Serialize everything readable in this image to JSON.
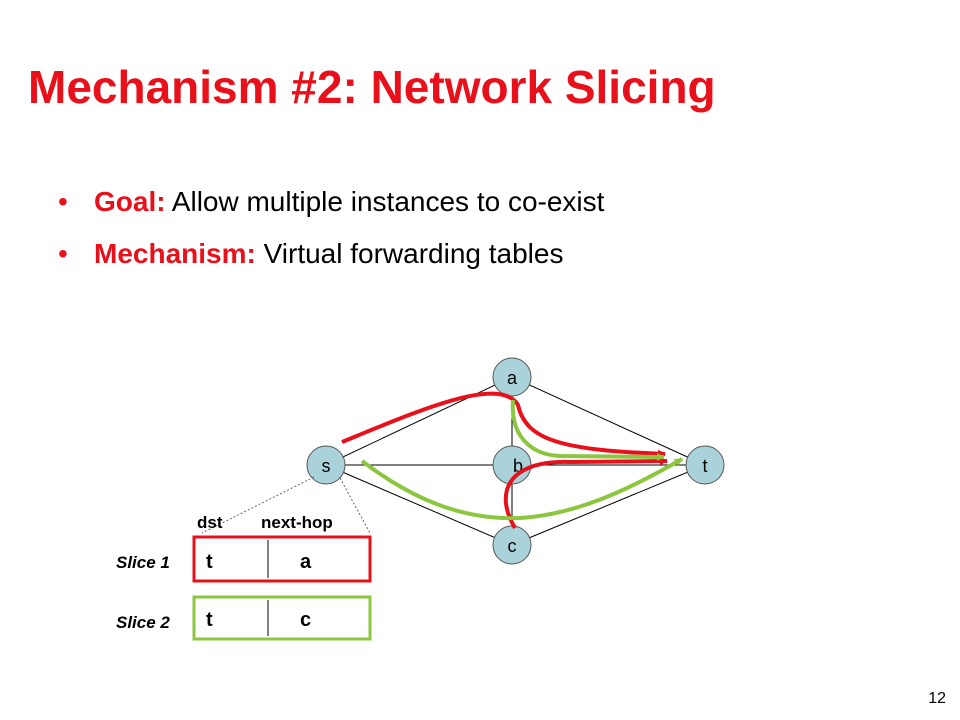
{
  "title": "Mechanism #2: Network Slicing",
  "bullets": [
    {
      "lead": "Goal:",
      "text": " Allow multiple instances to co-exist"
    },
    {
      "lead": "Mechanism:",
      "text": " Virtual forwarding tables"
    }
  ],
  "nodes": {
    "a": "a",
    "s": "s",
    "b": "b",
    "t": "t",
    "c": "c"
  },
  "table": {
    "header_dst": "dst",
    "header_next_hop": "next-hop",
    "rows": [
      {
        "slice": "Slice 1",
        "dst": "t",
        "next_hop": "a",
        "color": "#e8101a"
      },
      {
        "slice": "Slice 2",
        "dst": "t",
        "next_hop": "c",
        "color": "#8cc63f"
      }
    ]
  },
  "colors": {
    "accent": "#e8101a",
    "slice1": "#e8101a",
    "slice2": "#8cc63f",
    "node_fill": "#a9d2da"
  },
  "page_number": "12"
}
